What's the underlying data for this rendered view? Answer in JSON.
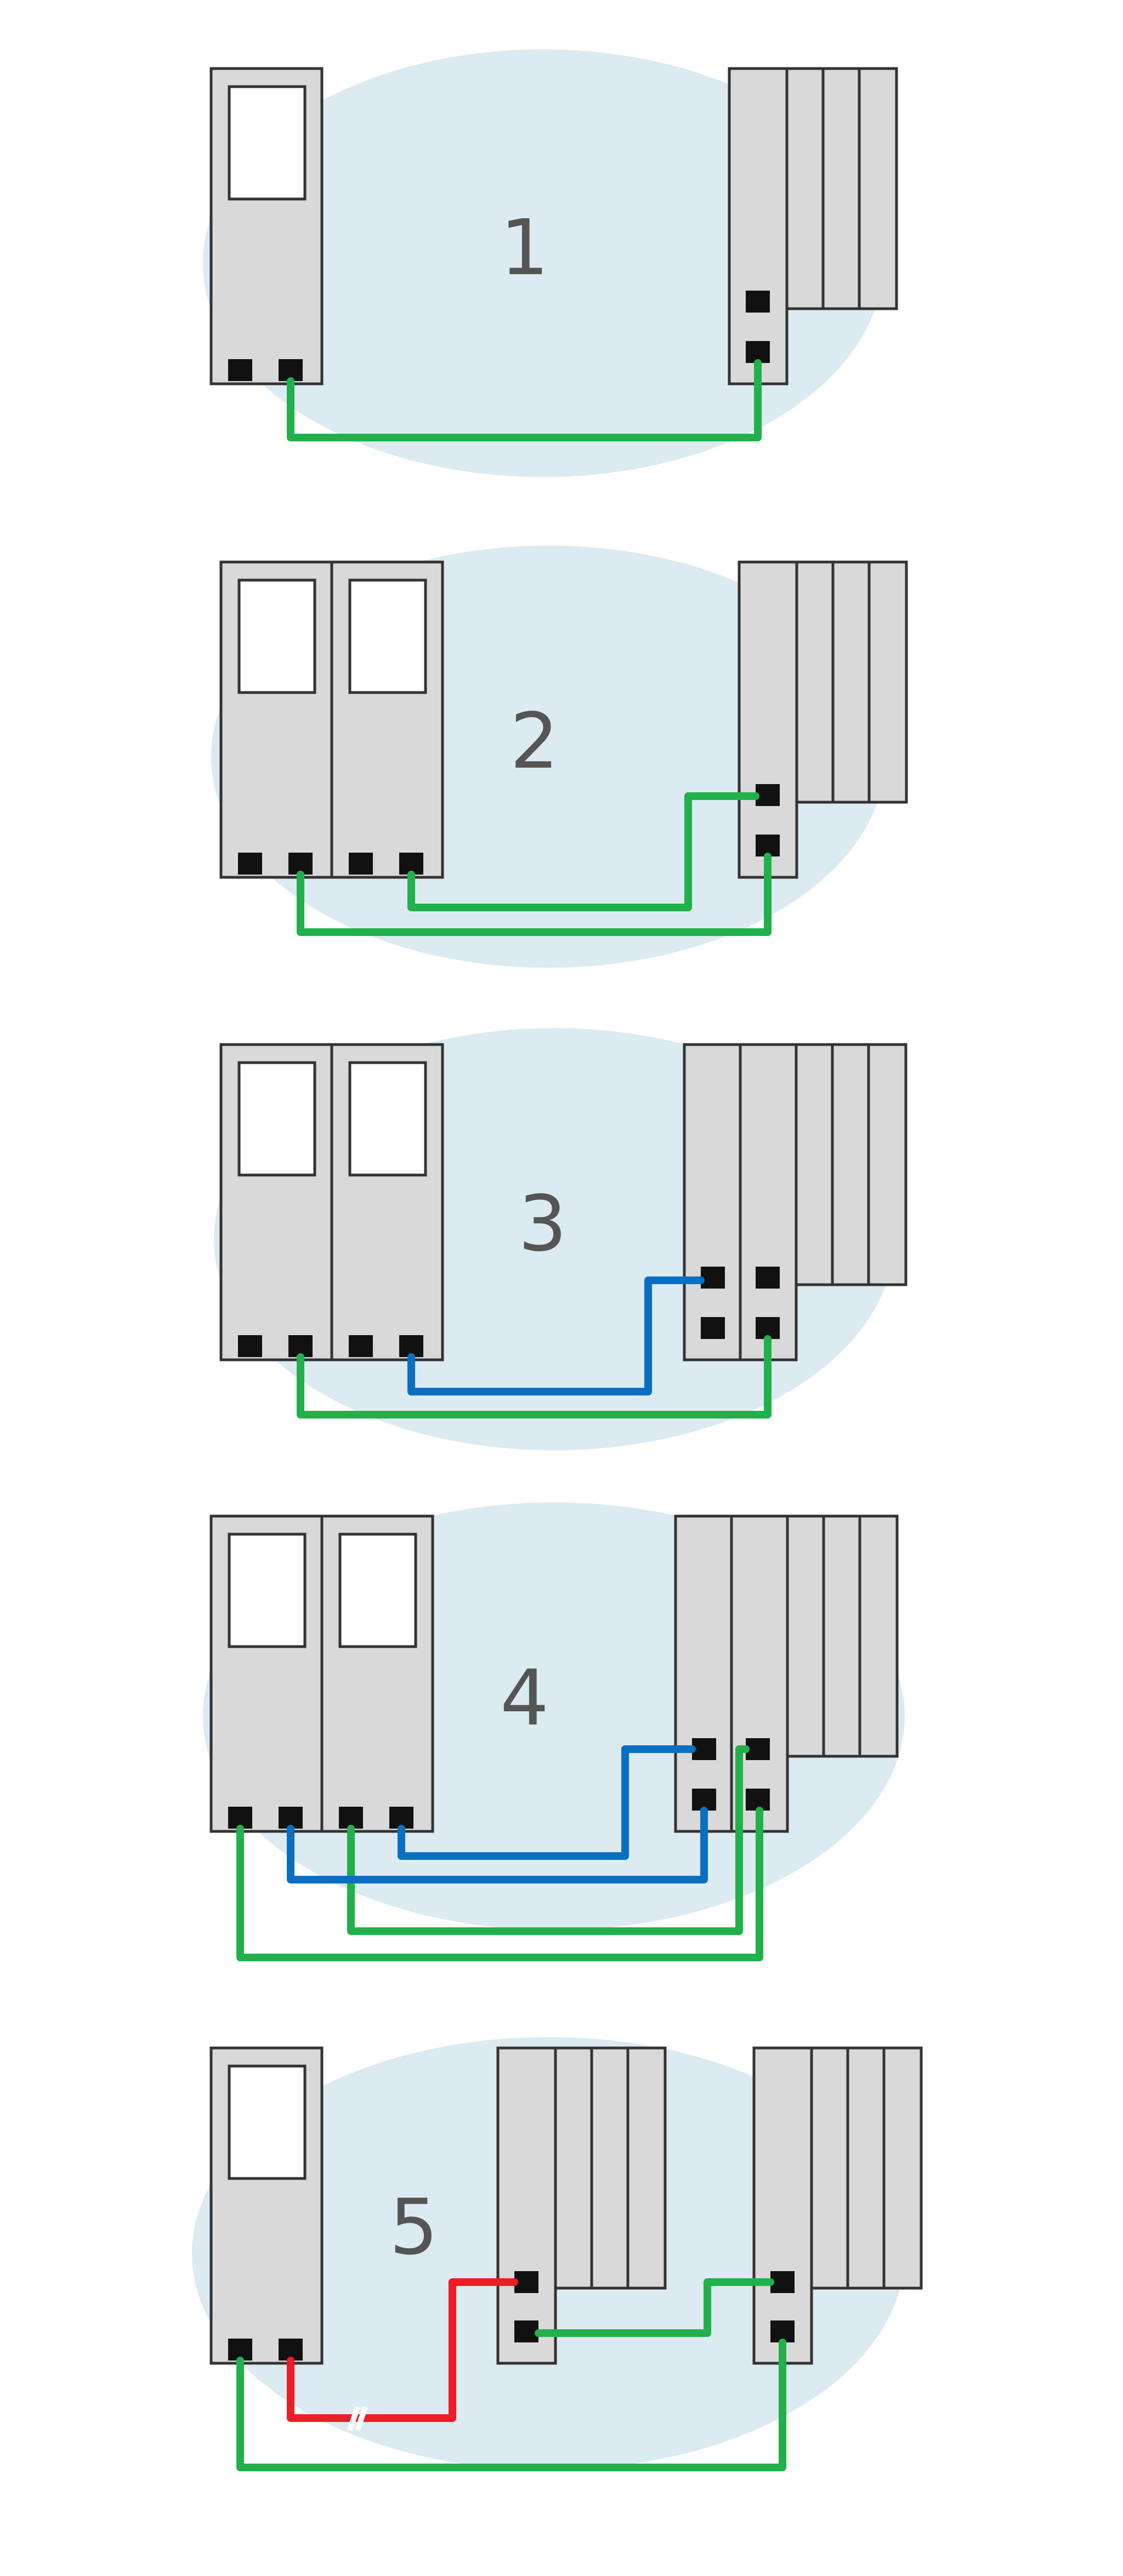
{
  "colors": {
    "background": "#ffffff",
    "ellipse": "#dceaf2",
    "panel_fill": "#d9d9d9",
    "panel_stroke": "#333333",
    "window_fill": "#ffffff",
    "port_fill": "#111111",
    "green_link": "#21b14b",
    "blue_link": "#0a6fc2",
    "red_link": "#ee1c24"
  },
  "scenarios": [
    {
      "label": "1",
      "description_links": [
        "green"
      ]
    },
    {
      "label": "2",
      "description_links": [
        "green",
        "green"
      ]
    },
    {
      "label": "3",
      "description_links": [
        "green",
        "blue"
      ]
    },
    {
      "label": "4",
      "description_links": [
        "green",
        "green",
        "blue",
        "blue"
      ]
    },
    {
      "label": "5",
      "description_links": [
        "green",
        "green",
        "red"
      ]
    }
  ]
}
